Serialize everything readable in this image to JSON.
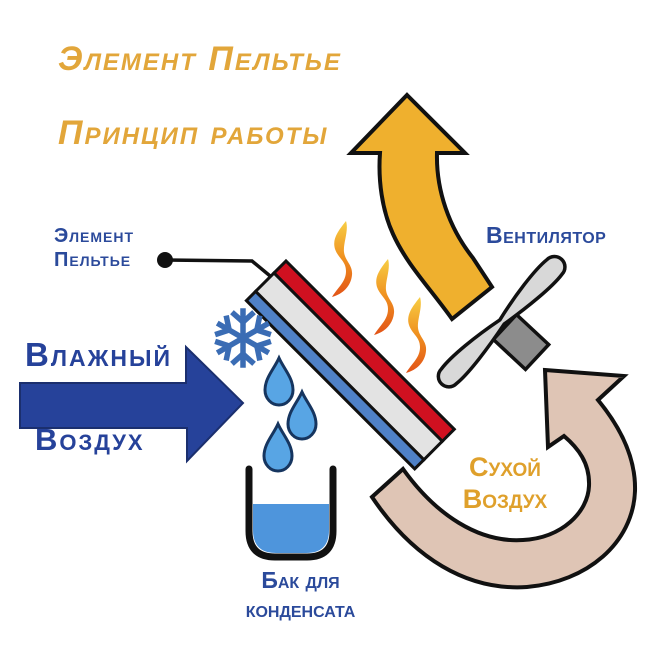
{
  "diagram": {
    "title_line1": "Элемент Пельтье",
    "title_line2": "Принцип работы",
    "peltier_label_line1": "Элемент",
    "peltier_label_line2": "Пельтье",
    "fan_label": "Вентилятор",
    "humid_air_line1": "Влажный",
    "humid_air_line2": "Воздух",
    "dry_air_line1": "Сухой",
    "dry_air_line2": "Воздух",
    "tank_label_line1": "Бак для",
    "tank_label_line2": "конденсата"
  },
  "icons": {
    "cold_side": "snowflake-icon",
    "condensate": "water-drop-icon",
    "heat": "flame-icon",
    "fan": "fan-propeller-icon",
    "tank": "condensate-tank-icon",
    "module": "peltier-module-icon"
  },
  "colors": {
    "title_gold": "#E2A63A",
    "label_blue": "#2B4A9B",
    "dry_air_text_gold": "#DFA02B",
    "humid_arrow_blue": "#26429A",
    "hot_arrow_yellow": "#EFB02E",
    "dry_arrow_pink": "#DFC5B5",
    "peltier_hot_red": "#D01020",
    "peltier_body_gray": "#E3E3E3",
    "peltier_cold_blue": "#4F81C7",
    "snowflake_blue": "#3A6CB4",
    "water_drop_blue": "#58A5E4",
    "tank_water_blue": "#4E95DC",
    "fan_blade_gray": "#D8D8D8",
    "fan_motor_gray": "#8C8C8C",
    "flame_top": "#F7CE45",
    "flame_mid": "#EF8F1F",
    "flame_bottom": "#E25317",
    "outline_black": "#111111"
  }
}
